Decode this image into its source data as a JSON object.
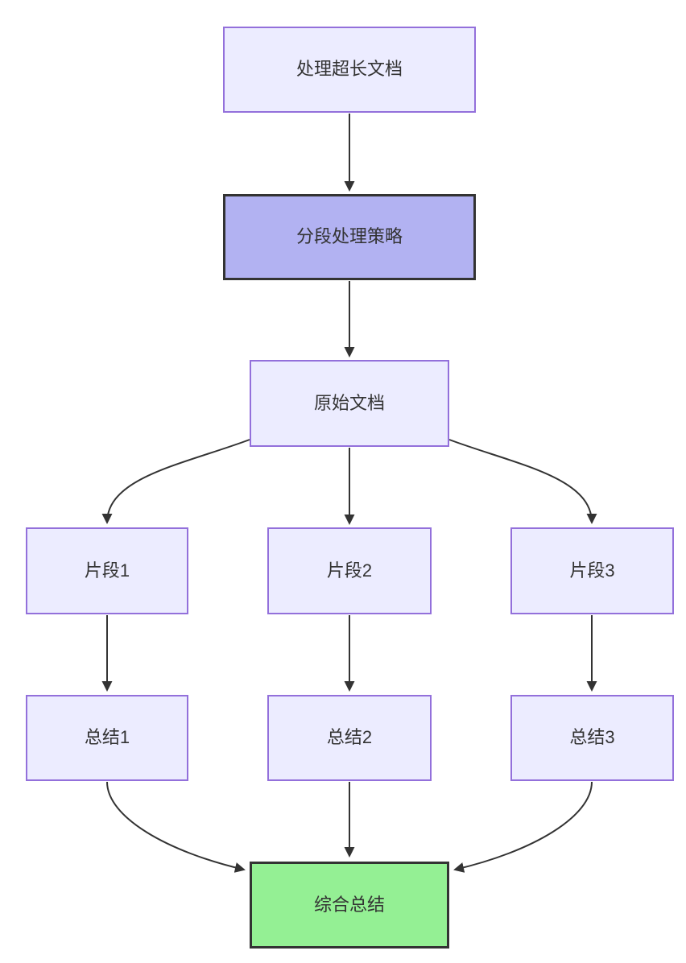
{
  "diagram": {
    "type": "flowchart",
    "direction": "top-down",
    "background": "#ffffff",
    "colors": {
      "node_fill": "#ececff",
      "node_border": "#9370db",
      "accent_node_fill": "#b2b2f2",
      "accent_node_border": "#333333",
      "green_node_fill": "#94f094",
      "green_node_border": "#333333",
      "edge": "#333333",
      "text": "#333333"
    },
    "nodes": {
      "process_long_doc": {
        "label": "处理超长文档"
      },
      "segment_strategy": {
        "label": "分段处理策略"
      },
      "original_doc": {
        "label": "原始文档"
      },
      "chunk1": {
        "label": "片段1"
      },
      "chunk2": {
        "label": "片段2"
      },
      "chunk3": {
        "label": "片段3"
      },
      "summary1": {
        "label": "总结1"
      },
      "summary2": {
        "label": "总结2"
      },
      "summary3": {
        "label": "总结3"
      },
      "final_summary": {
        "label": "综合总结"
      }
    },
    "edges": [
      {
        "from": "处理超长文档",
        "to": "分段处理策略"
      },
      {
        "from": "分段处理策略",
        "to": "原始文档"
      },
      {
        "from": "原始文档",
        "to": "片段1"
      },
      {
        "from": "原始文档",
        "to": "片段2"
      },
      {
        "from": "原始文档",
        "to": "片段3"
      },
      {
        "from": "片段1",
        "to": "总结1"
      },
      {
        "from": "片段2",
        "to": "总结2"
      },
      {
        "from": "片段3",
        "to": "总结3"
      },
      {
        "from": "总结1",
        "to": "综合总结"
      },
      {
        "from": "总结2",
        "to": "综合总结"
      },
      {
        "from": "总结3",
        "to": "综合总结"
      }
    ]
  }
}
